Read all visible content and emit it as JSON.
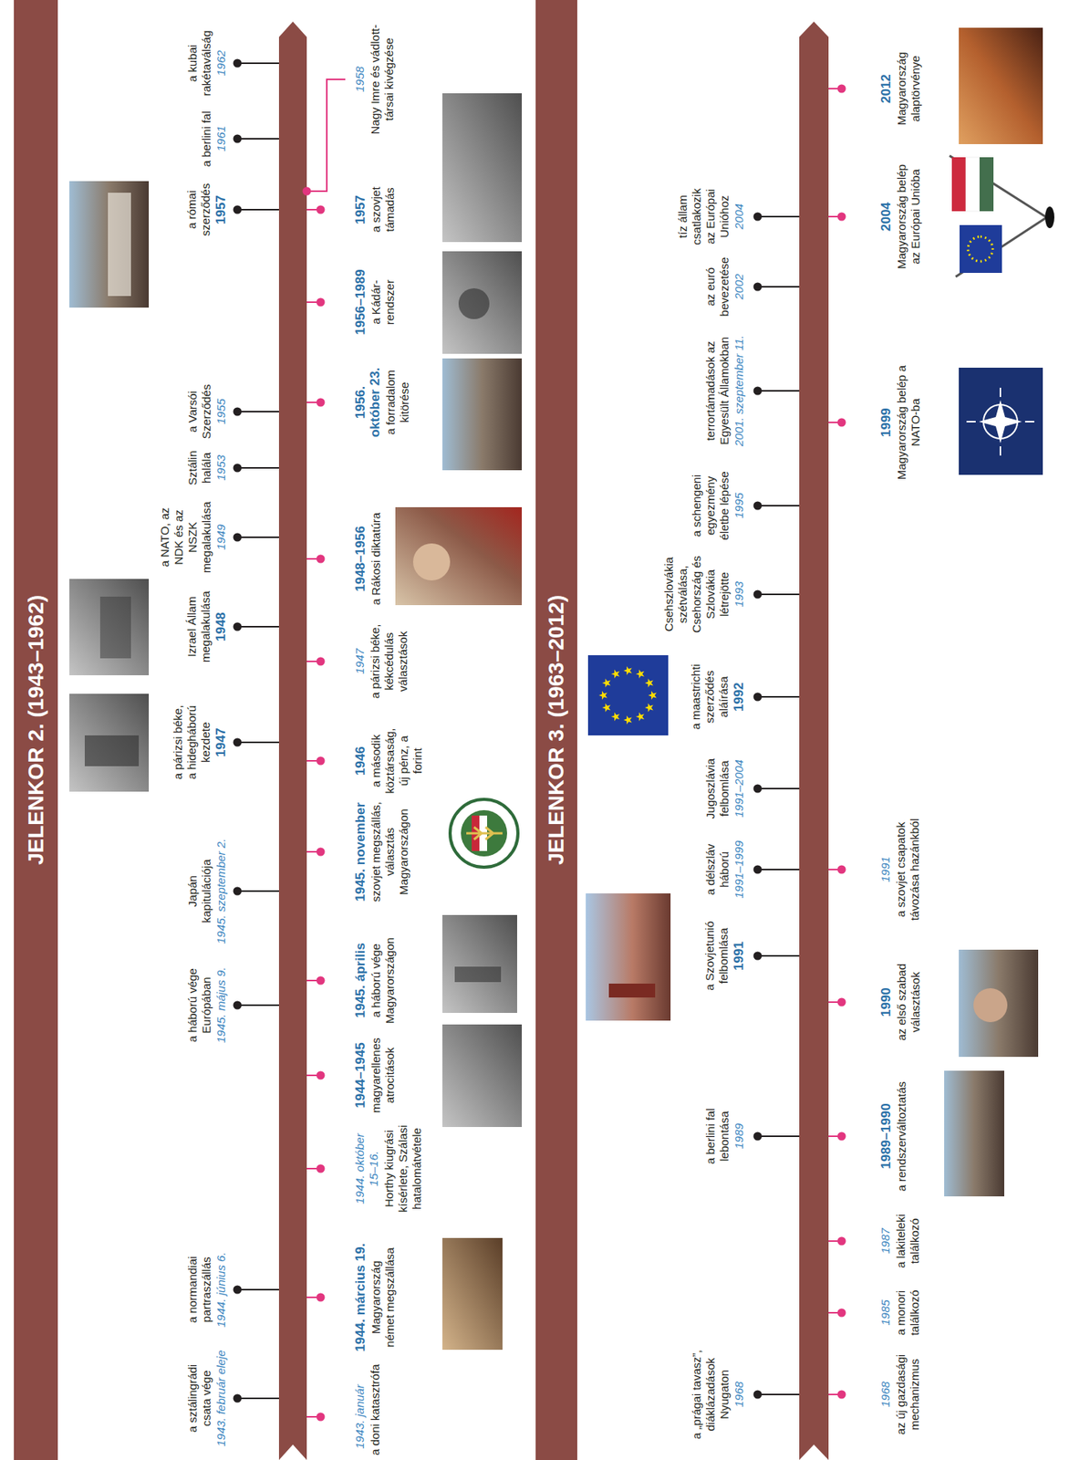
{
  "diagram": {
    "nodes": [
      {
        "text": [
          "JELENKOR 2. (1943–1962)"
        ]
      },
      {
        "text": [
          "JELENKOR 3. (1963–2012)"
        ]
      }
    ],
    "labels": [
      "1943. február eleje",
      "a sztálingrádi csata vége",
      "1944. június 6.",
      "a normandiai partraszállás",
      "1945. május 9.",
      "a háború vége Európában",
      "1945. szeptember 2.",
      "Japán kapitulációja",
      "1947",
      "a párizsi béke, a hidegháború kezdete",
      "1948",
      "Izrael Állam megalakulása",
      "1949",
      "a NATO, az NDK és az NSZK megalakulása",
      "1953",
      "Sztálin halála",
      "1955",
      "a Varsói Szerződés",
      "1957",
      "a római szerződés",
      "1961",
      "a berlini fal",
      "1962",
      "a kubai rakétaválság",
      "1943. január",
      "a doni katasztrófa",
      "1944. március 19.",
      "Magyarország német megszállása",
      "1944. október 15–16.",
      "Horthy kiugrási kísérlete, Szálasi hatalomátvétele",
      "1944–1945",
      "magyarellenes atrocitások",
      "1945. április",
      "a háború vége Magyarországon",
      "1945. november",
      "szovjet megszállás, választás Magyarországon",
      "1946",
      "a második köztársaság, új pénz, a forint",
      "1947",
      "a párizsi béke, kékcédulás választások",
      "1948–1956",
      "a Rákosi diktatúra",
      "1956. október 23.",
      "a forradalom kitörése",
      "1956–1989",
      "a Kádár-rendszer",
      "1957",
      "a szovjet támadás",
      "1958",
      "Nagy Imre és vádlott-társai kivégzése",
      "1968",
      "a „prágai tavasz”, diáklázadások Nyugaton",
      "1989",
      "a berlini fal lebontása",
      "1991",
      "a Szovjetunió felbomlása",
      "1991–1999",
      "a délszláv háború",
      "1991–2004",
      "Jugoszlávia felbomlása",
      "1992",
      "a maastrichti szerződés aláírása",
      "1993",
      "Csehszlovákia szétválása, Csehország és Szlovákia létrejötte",
      "1995",
      "a schengeni egyezmény életbe lépése",
      "2001. szeptember 11.",
      "terrortámadások az Egyesült Államokban",
      "2002",
      "az euró bevezetése",
      "2004",
      "tíz állam csatlakozik az Európai Unióhoz",
      "1968",
      "az új gazdasági mechanizmus",
      "1985",
      "a monori találkozó",
      "1987",
      "a lakiteleki találkozó",
      "1989–1990",
      "a rendszerváltoztatás",
      "1990",
      "az első szabad választások",
      "1991",
      "a szovjet csapatok távozása hazánkból",
      "1999",
      "Magyarország belép a NATO-ba",
      "2004",
      "Magyarország belép az Európai Unióba",
      "2012",
      "Magyarország alaptörvénye"
    ]
  }
}
